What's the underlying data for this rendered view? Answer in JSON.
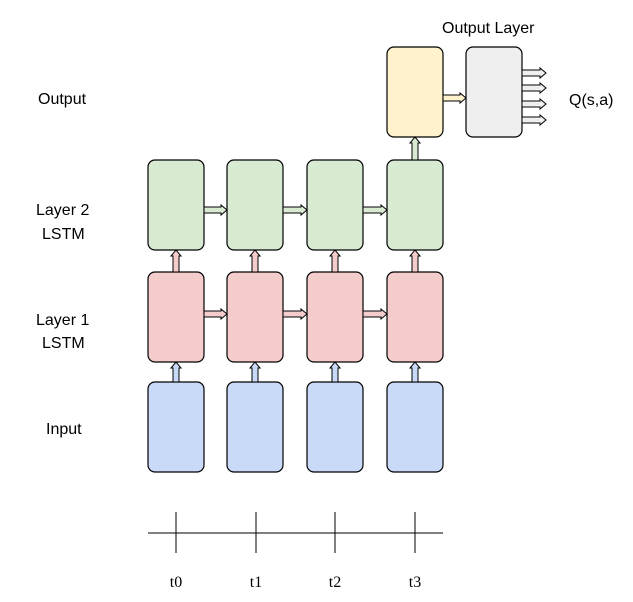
{
  "row_labels": {
    "output": "Output",
    "layer2": [
      "Layer 2",
      "LSTM"
    ],
    "layer1": [
      "Layer 1",
      "LSTM"
    ],
    "input": "Input"
  },
  "output_layer_title": "Output Layer",
  "q_label": "Q(s,a)",
  "timesteps": [
    "t0",
    "t1",
    "t2",
    "t3"
  ],
  "colors": {
    "input_fill": "#c9daf8",
    "layer1_fill": "#f4cccc",
    "layer2_fill": "#d9ead3",
    "output_fill": "#fff2cc",
    "output_layer_fill": "#efefef",
    "stroke": "#000000"
  }
}
